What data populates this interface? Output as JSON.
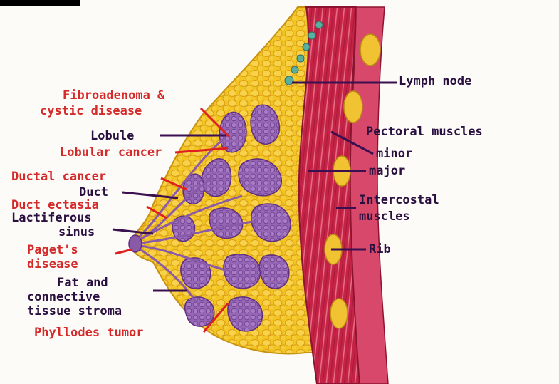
{
  "colors": {
    "background": "#fdfbf8",
    "fat": "#f2c41e",
    "fat_lobule_outline": "#d89a12",
    "lobule": "#9a6ab8",
    "lobule_dark": "#6e3f90",
    "muscle": "#c8234a",
    "muscle_light": "#e9768c",
    "rib": "#f0c030",
    "lymph": "#5ab0a0",
    "red_label": "#d42a2a",
    "dark_label": "#2a1040",
    "leader_red": "#e02020",
    "leader_dark": "#3a1050"
  },
  "labels": {
    "lymph_node": "Lymph node",
    "fibroadenoma_line1": "Fibroadenoma &",
    "fibroadenoma_line2": "cystic disease",
    "lobule": "Lobule",
    "lobular_cancer": "Lobular cancer",
    "ductal_cancer": "Ductal cancer",
    "duct": "Duct",
    "duct_ectasia": "Duct ectasia",
    "lactiferous_line1": "Lactiferous",
    "lactiferous_line2": "sinus",
    "paget_line1": "Paget's",
    "paget_line2": "disease",
    "fat_line1": "Fat and",
    "fat_line2": "connective",
    "fat_line3": "tissue stroma",
    "phyllodes": "Phyllodes tumor",
    "pectoral_muscles": "Pectoral muscles",
    "minor": "minor",
    "major": "major",
    "intercostal_line1": "Intercostal",
    "intercostal_line2": "muscles",
    "rib": "Rib"
  }
}
